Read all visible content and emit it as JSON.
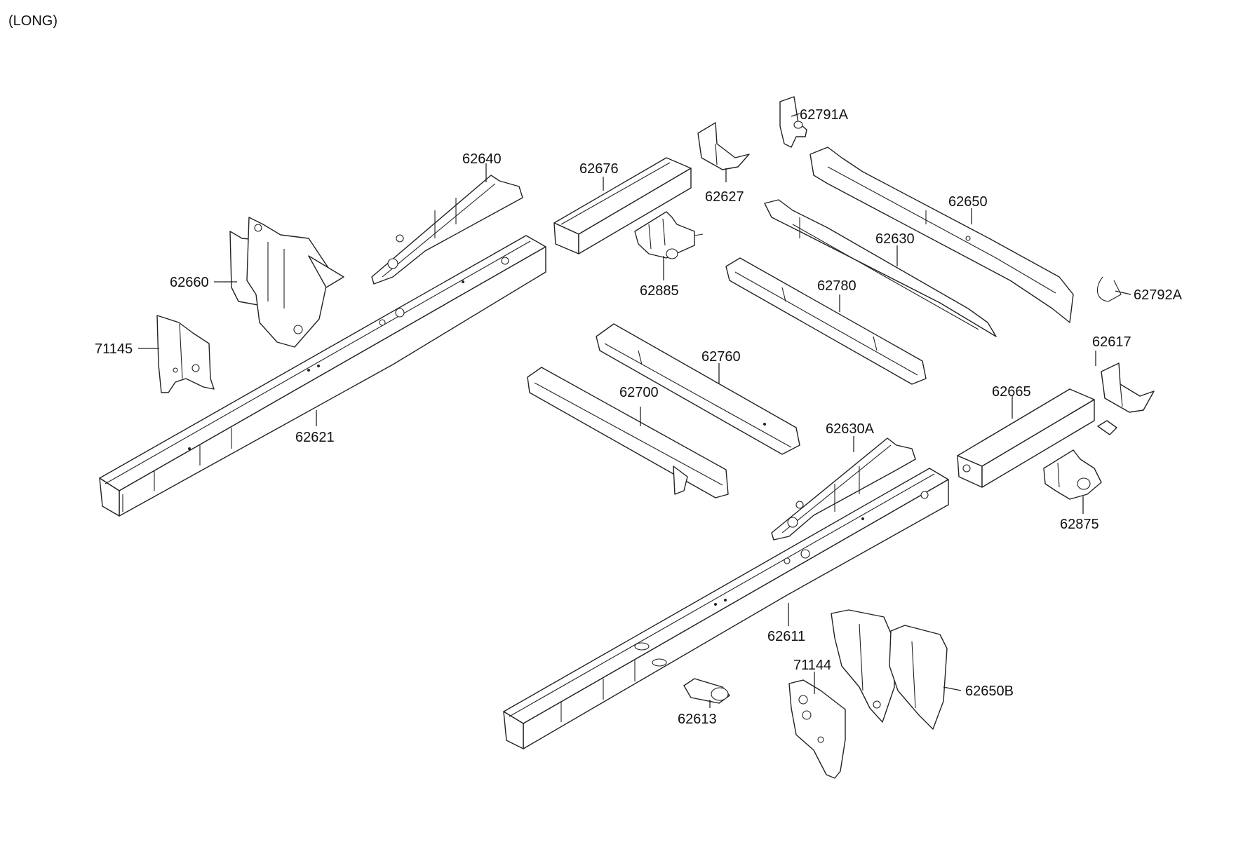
{
  "header": {
    "variant": "(LONG)"
  },
  "parts": {
    "p62791A": "62791A",
    "p62650": "62650",
    "p62627": "62627",
    "p62676": "62676",
    "p62640": "62640",
    "p62630": "62630",
    "p62660": "62660",
    "p62885": "62885",
    "p62780": "62780",
    "p62792A": "62792A",
    "p71145": "71145",
    "p62760": "62760",
    "p62617": "62617",
    "p62700": "62700",
    "p62665": "62665",
    "p62621": "62621",
    "p62630A": "62630A",
    "p62875": "62875",
    "p62611": "62611",
    "p71144": "71144",
    "p62650B": "62650B",
    "p62613": "62613"
  },
  "colors": {
    "line": "#222222",
    "background": "#ffffff"
  }
}
